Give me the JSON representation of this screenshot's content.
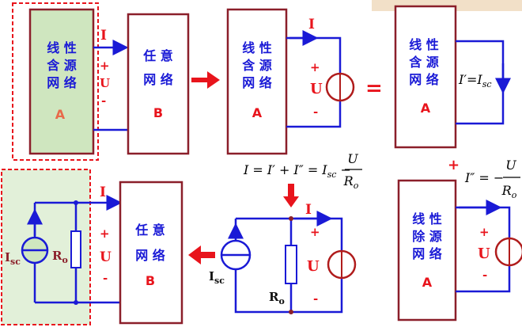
{
  "colors": {
    "box_border": "#8b1f2a",
    "wire": "#1a1ad6",
    "source": "#b01c1c",
    "label_red": "#e8141c",
    "label_blue": "#1a1ad6",
    "highlight_fill": "#cfe6bf",
    "dashed": "#e8141c"
  },
  "top_row": {
    "box_a": {
      "lines": [
        "线  性",
        "含  源",
        "网  络"
      ],
      "tag": "A"
    },
    "terminal_current": "I",
    "terminal_plus": "+",
    "terminal_u": "U",
    "terminal_minus": "-",
    "box_b": {
      "lines": [
        "任  意",
        "网  络"
      ],
      "tag": "B"
    },
    "box_a2": {
      "lines": [
        "线  性",
        "含  源",
        "网  络"
      ],
      "tag": "A"
    },
    "current2": "I",
    "plus2": "+",
    "u2": "U",
    "minus2": "-",
    "equals": "=",
    "box_a3": {
      "lines": [
        "线  性",
        "含  源",
        "网  络"
      ],
      "tag": "A"
    },
    "short_current": "I′=I",
    "short_current_sub": "sc"
  },
  "equation_main": {
    "lhs": "I = I′ + I″ = I",
    "sub": "sc",
    "minus": " −",
    "num": "U",
    "den": "R",
    "den_sub": "o"
  },
  "bottom_row": {
    "isc_label": "I",
    "isc_sub": "sc",
    "ro_label": "R",
    "ro_sub": "o",
    "current": "I",
    "plus": "+",
    "u": "U",
    "minus": "-",
    "box_b": {
      "lines": [
        "任  意",
        "网  络"
      ],
      "tag": "B"
    },
    "mid_isc_label": "I",
    "mid_isc_sub": "sc",
    "mid_ro_label": "R",
    "mid_ro_sub": "o",
    "mid_current": "I",
    "mid_plus": "+",
    "mid_u": "U",
    "mid_minus": "-",
    "box_dead": {
      "lines": [
        "线  性",
        "除  源",
        "网  络"
      ],
      "tag": "A"
    },
    "dead_plus_top": "+",
    "dead_eq": "I″ = −",
    "dead_num": "U",
    "dead_den": "R",
    "dead_den_sub": "o",
    "dead_plus": "+",
    "dead_u": "U",
    "dead_minus": "-"
  }
}
